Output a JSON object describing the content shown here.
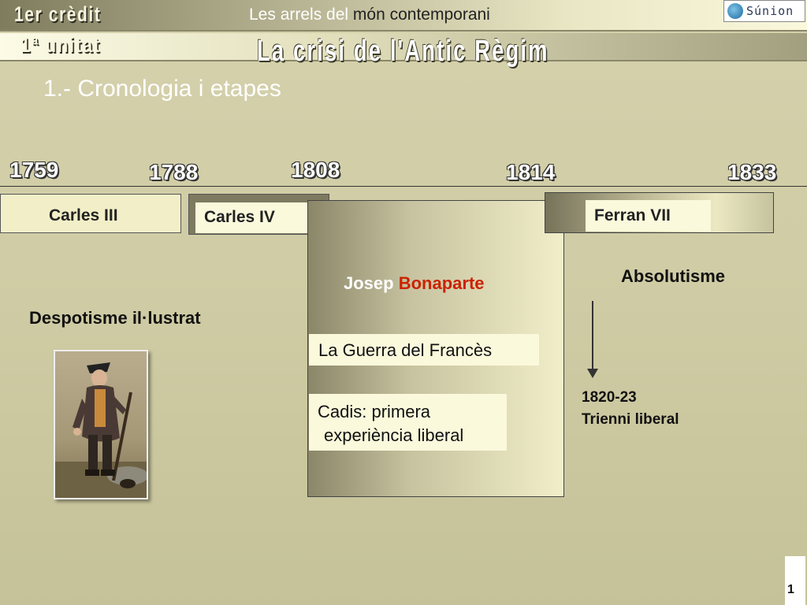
{
  "header": {
    "credit": "1er crèdit",
    "title_part1": "Les arrels",
    "title_part2": "del",
    "title_part3": "món contemporani",
    "logo_text": "Súnion",
    "unit": "1ª unitat",
    "main_title": "La crisi de l'Antic Règim"
  },
  "section_heading": "1.- Cronologia i etapes",
  "timeline": {
    "years": [
      "1759",
      "1788",
      "1808",
      "1814",
      "1833"
    ],
    "carles3": "Carles III",
    "carles4": "Carles IV",
    "josep": "Josep",
    "bonaparte": "Bonaparte",
    "guerra": "La Guerra del Francès",
    "cadis_line1": "Cadis: primera",
    "cadis_line2": "experiència liberal",
    "ferran7": "Ferran VII",
    "absolutisme": "Absolutisme",
    "despotisme": "Despotisme il·lustrat",
    "trienni_years": "1820-23",
    "trienni_label": "Trienni liberal"
  },
  "colors": {
    "accent_red": "#cc2200",
    "year_white": "#ffffff"
  },
  "page_number": "1"
}
